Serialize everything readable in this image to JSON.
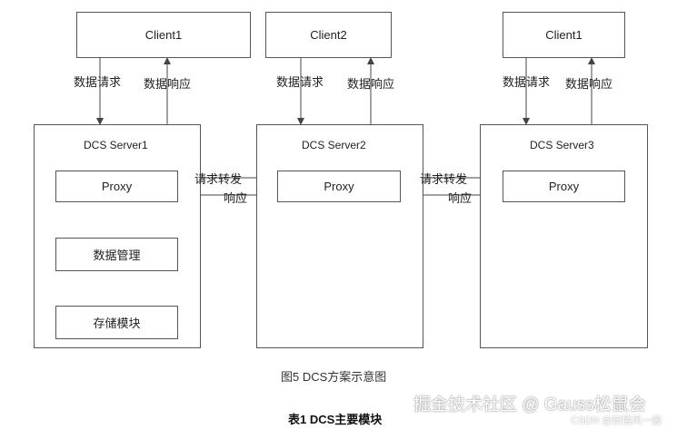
{
  "clients": [
    {
      "label": "Client1",
      "request": "数据请求",
      "response": "数据响应"
    },
    {
      "label": "Client2",
      "request": "数据请求",
      "response": "数据响应"
    },
    {
      "label": "Client1",
      "request": "数据请求",
      "response": "数据响应"
    }
  ],
  "servers": [
    {
      "label": "DCS Server1",
      "proxy": "Proxy",
      "data_mgmt": "数据管理",
      "storage": "存储模块"
    },
    {
      "label": "DCS Server2",
      "proxy": "Proxy"
    },
    {
      "label": "DCS Server3",
      "proxy": "Proxy"
    }
  ],
  "links": [
    {
      "forward": "请求转发",
      "reply": "响应"
    },
    {
      "forward": "请求转发",
      "reply": "响应"
    }
  ],
  "caption": "图5 DCS方案示意图",
  "table_title": "表1 DCS主要模块",
  "watermark": {
    "main": "掘金技术社区 @ Gauss松鼠会",
    "sub": "CSDN @知情风一般"
  }
}
